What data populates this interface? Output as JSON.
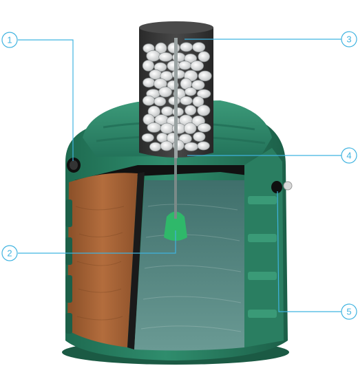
{
  "callouts": [
    {
      "number": "1"
    },
    {
      "number": "2"
    },
    {
      "number": "3"
    },
    {
      "number": "4"
    },
    {
      "number": "5"
    }
  ],
  "colors": {
    "tank_green": "#2f8d6d",
    "tank_green_dark": "#1f6a51",
    "tank_green_light": "#46a887",
    "sludge_brown": "#b06a3a",
    "water": "#4f7f7a",
    "filter_housing": "#3a3a3a",
    "callout_line": "#3fb3e0",
    "pump": "#2fb86a"
  }
}
